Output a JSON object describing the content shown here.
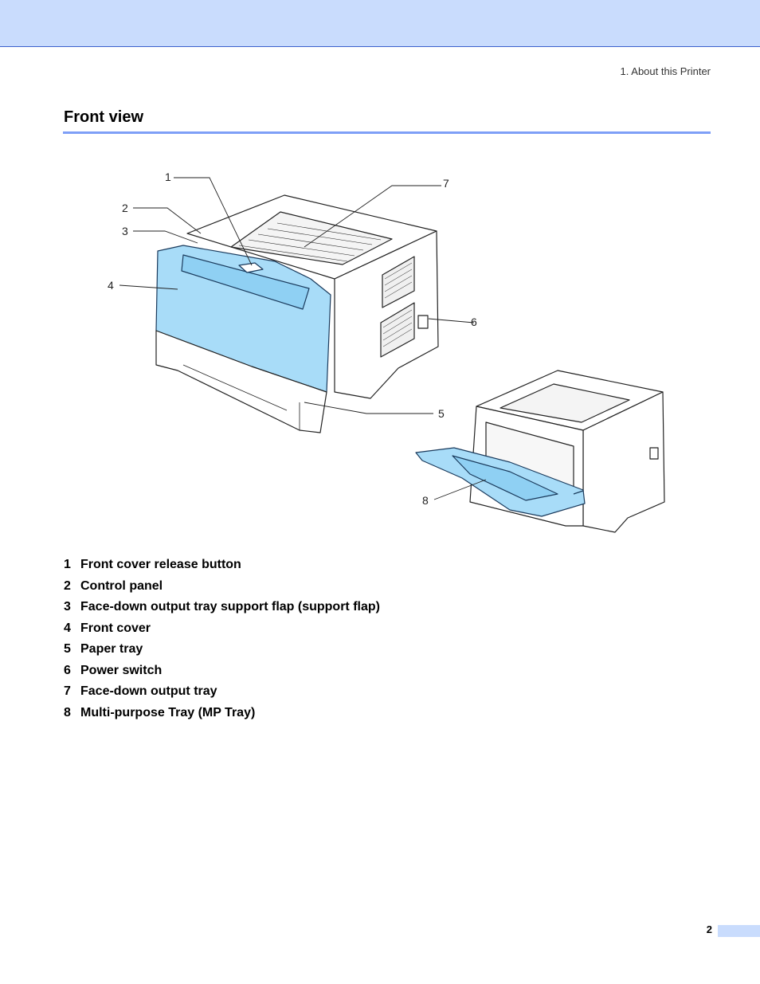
{
  "header": {
    "running_title": "1. About this Printer"
  },
  "section": {
    "title": "Front view"
  },
  "figure": {
    "callouts": [
      "1",
      "2",
      "3",
      "4",
      "5",
      "6",
      "7",
      "8"
    ]
  },
  "legend": [
    {
      "num": "1",
      "label": "Front cover release button"
    },
    {
      "num": "2",
      "label": "Control panel"
    },
    {
      "num": "3",
      "label": "Face-down output tray support flap (support flap)"
    },
    {
      "num": "4",
      "label": "Front cover"
    },
    {
      "num": "5",
      "label": "Paper tray"
    },
    {
      "num": "6",
      "label": "Power switch"
    },
    {
      "num": "7",
      "label": "Face-down output tray"
    },
    {
      "num": "8",
      "label": "Multi-purpose Tray (MP Tray)"
    }
  ],
  "footer": {
    "page_number": "2"
  },
  "colors": {
    "accent": "#7e9ff7",
    "band": "#c9dcfd",
    "cover": "#a8dcf8"
  }
}
